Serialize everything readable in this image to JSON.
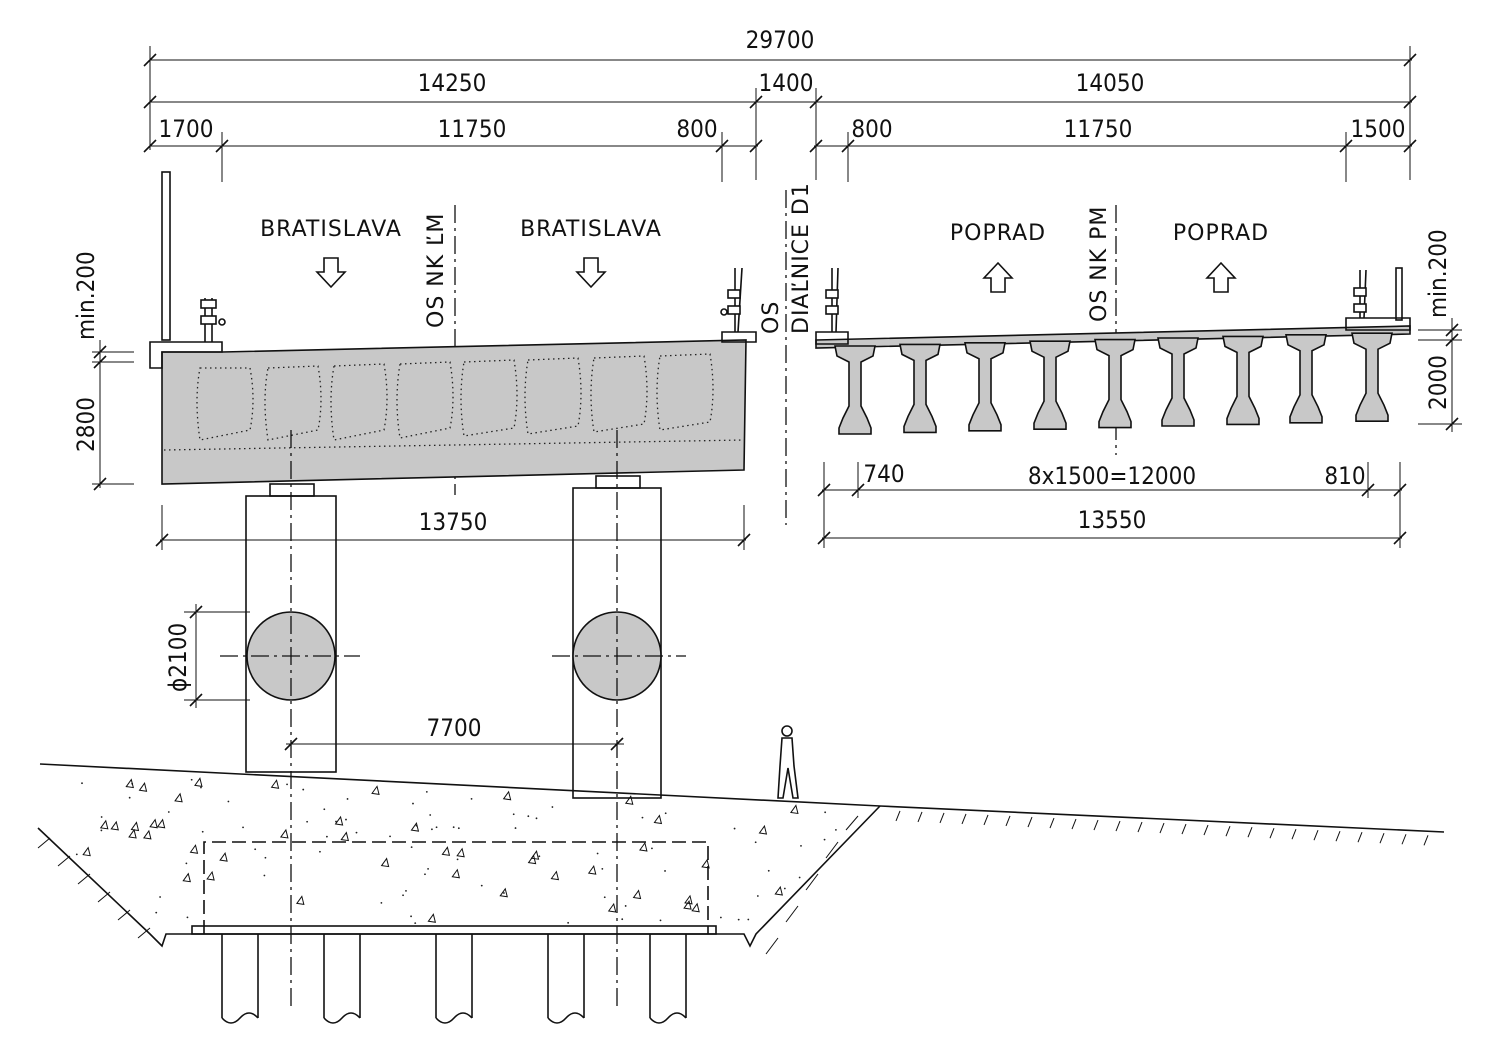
{
  "dimensions": {
    "total": "29700",
    "left_width": "14250",
    "gap": "1400",
    "right_width": "14050",
    "left_cap": "1700",
    "left_road": "11750",
    "left_edge": "800",
    "right_edge": "800",
    "right_road": "11750",
    "right_cap": "1500",
    "left_min": "min.200",
    "left_depth": "2800",
    "right_min": "min.200",
    "right_depth": "2000",
    "left_bottom": "13750",
    "beam_first": "740",
    "beam_spacing": "8x1500=12000",
    "beam_last": "810",
    "right_bottom": "13550",
    "pier_diameter": "ϕ2100",
    "pier_spacing": "7700"
  },
  "labels": {
    "dir_left_1": "BRATISLAVA",
    "dir_left_2": "BRATISLAVA",
    "dir_right_1": "POPRAD",
    "dir_right_2": "POPRAD",
    "axis_left": "OS NK ĽM",
    "axis_right": "OS NK PM",
    "axis_center_1": "OS",
    "axis_center_2": "DIAĽNICE D1"
  },
  "colors": {
    "concrete": "#c8c8c8",
    "line": "#111111"
  }
}
